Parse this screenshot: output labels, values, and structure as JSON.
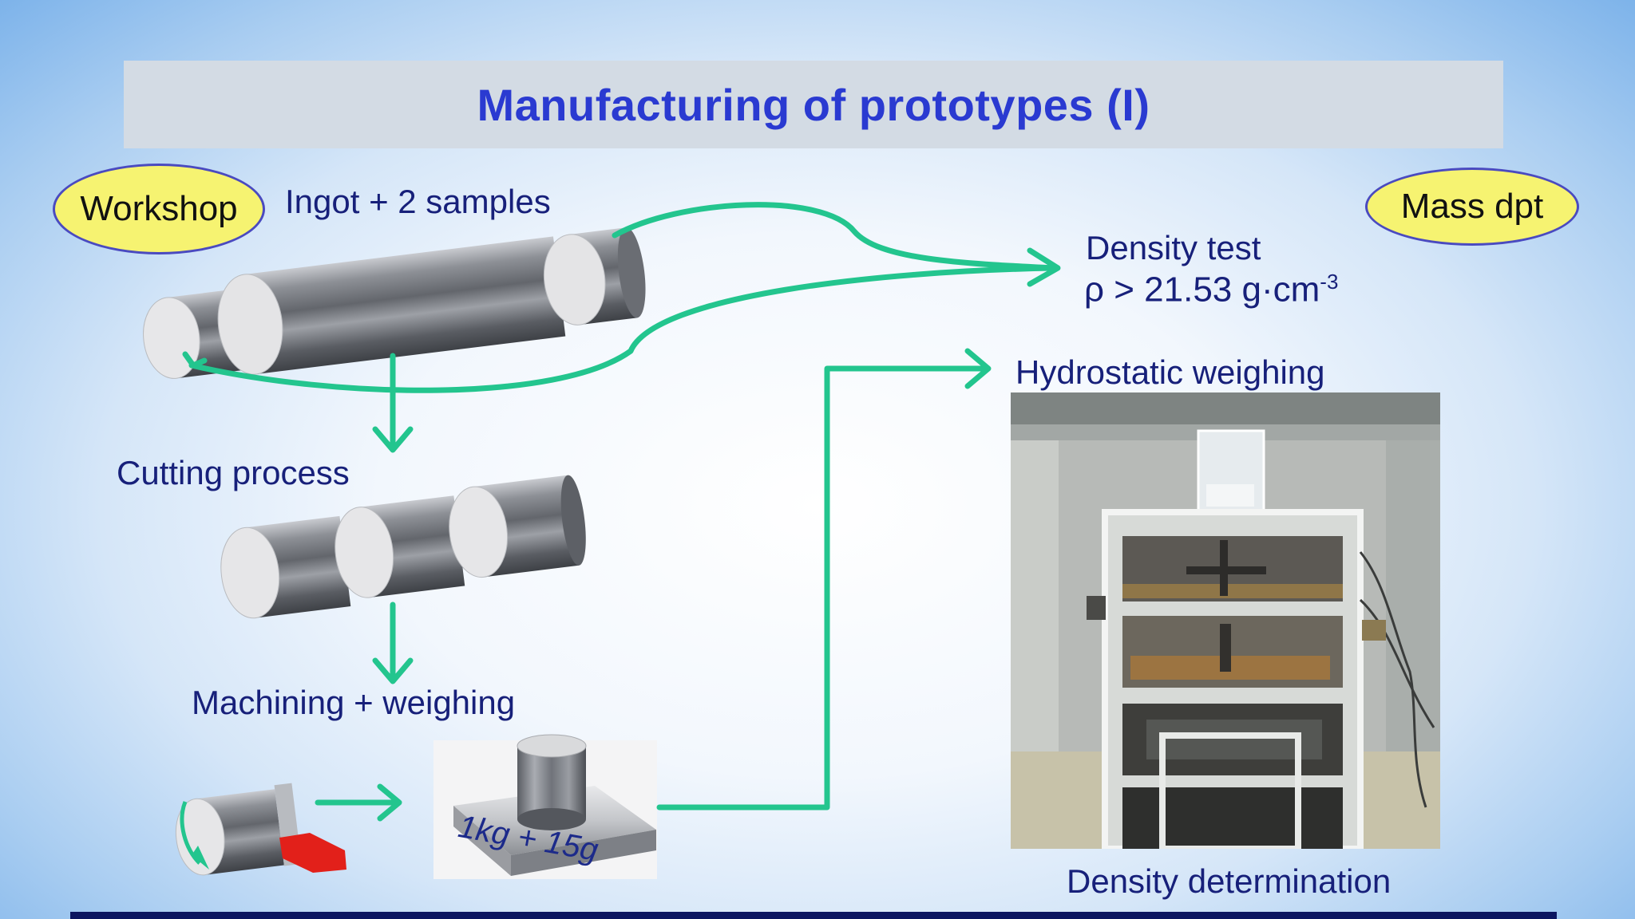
{
  "slide": {
    "title": "Manufacturing of prototypes (I)",
    "badges": {
      "workshop": "Workshop",
      "mass_dpt": "Mass dpt"
    },
    "steps": {
      "ingot": "Ingot + 2 samples",
      "cutting": "Cutting process",
      "machining": "Machining + weighing",
      "density_test": "Density test",
      "density_value_prefix": "ρ > 21.53 g·cm",
      "density_value_exp": "-3",
      "hydrostatic": "Hydrostatic weighing",
      "density_determination": "Density determination"
    },
    "scale_label": "1kg + 15g",
    "colors": {
      "arrow": "#23c58e",
      "title_text": "#2a3ad1",
      "label_text": "#17207a",
      "badge_fill": "#f6f371",
      "title_bar": "#d3dbe4",
      "cutting_tool": "#e2201a"
    }
  }
}
